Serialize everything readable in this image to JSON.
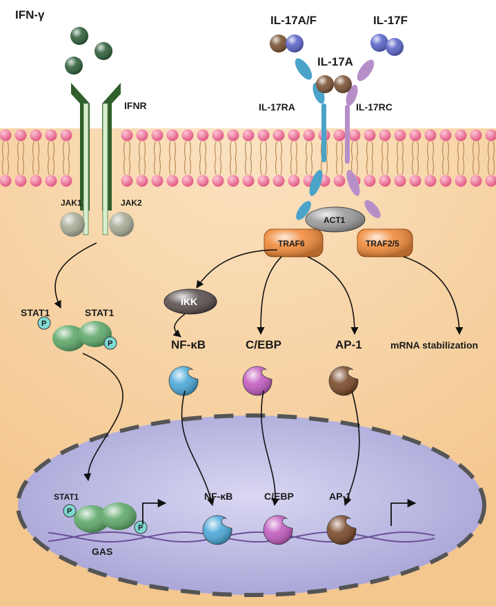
{
  "labels": {
    "ifn_gamma": "IFN-γ",
    "ifnr": "IFNR",
    "il17af": "IL-17A/F",
    "il17f": "IL-17F",
    "il17a": "IL-17A",
    "il17ra": "IL-17RA",
    "il17rc": "IL-17RC",
    "jak1": "JAK1",
    "jak2": "JAK2",
    "act1": "ACT1",
    "traf6": "TRAF6",
    "traf25": "TRAF2/5",
    "stat1_left": "STAT1",
    "stat1_right": "STAT1",
    "ikk": "IKK",
    "nfkb": "NF-κB",
    "cebp": "C/EBP",
    "ap1": "AP-1",
    "mrna": "mRNA stabilization",
    "stat1_nuc": "STAT1",
    "gas": "GAS",
    "nfkb_nuc": "NF-κB",
    "cebp_nuc": "C/EBP",
    "ap1_nuc": "AP-1",
    "phospho": "P"
  },
  "colors": {
    "cytoplasm": "#f8d6a6",
    "nucleus": "#b4b2de",
    "lipid_head": "#e8678f",
    "receptor_ifnr": "#2f5f2a",
    "receptor_stripe": "#d7efd0",
    "il17ra": "#4aa3c8",
    "il17rc": "#b68fc9",
    "traf": "#f08a3a",
    "act1": "#9a9a9a",
    "ikk": "#5a5050",
    "stat1": "#5fa86a",
    "nfkb": "#4ba8d8",
    "cebp": "#c25cc0",
    "ap1": "#7a4a2a",
    "ifn_ball": "#2f5f3a",
    "il17a_ball": "#7a5234",
    "il17f_ball": "#5a64c8",
    "jak": "#a7ab96",
    "phospho": "#7ed8d2",
    "dna": "#6a4f98"
  }
}
